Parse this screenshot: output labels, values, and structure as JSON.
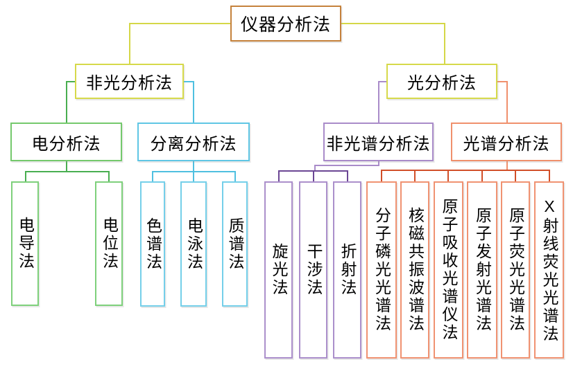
{
  "diagram": {
    "root": {
      "label": "仪器分析法"
    },
    "branches": {
      "non_optical": {
        "label": "非光分析法"
      },
      "optical": {
        "label": "光分析法"
      },
      "electro": {
        "label": "电分析法",
        "children": [
          "电导法",
          "电位法"
        ]
      },
      "separation": {
        "label": "分离分析法",
        "children": [
          "色谱法",
          "电泳法",
          "质谱法"
        ]
      },
      "non_spectral": {
        "label": "非光谱分析法",
        "children": [
          "旋光法",
          "干涉法",
          "折射法"
        ]
      },
      "spectral": {
        "label": "光谱分析法",
        "children": [
          "分子磷光光谱法",
          "核磁共振波谱法",
          "原子吸收光谱仪法",
          "原子发射光谱法",
          "原子荧光光谱法",
          "X射线荧光光谱法"
        ]
      }
    },
    "colors": {
      "root_border": "#c5813b",
      "level2_border": "#d6d94a",
      "yellow_line": "#d5d747",
      "green_line": "#49ae50",
      "green_box": "#74c96c",
      "cyan_line": "#4fc0e0",
      "cyan_box": "#5fc6e4",
      "purple_line": "#6b4694",
      "purple_box": "#a98bc9",
      "orange_line": "#d14e28",
      "orange_box": "#f0906c",
      "text": "#000000",
      "background": "#ffffff"
    }
  }
}
